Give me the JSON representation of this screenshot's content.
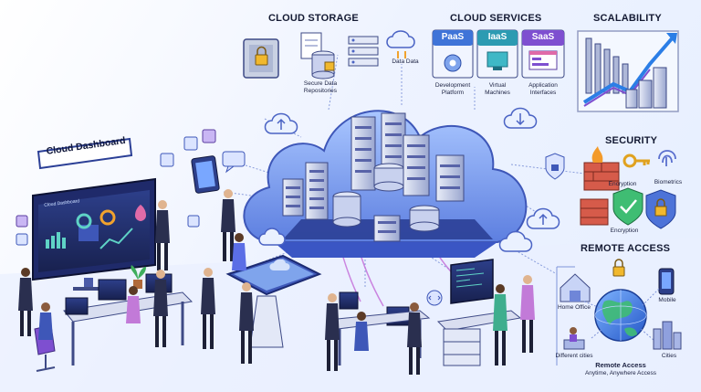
{
  "sections": {
    "cloud_storage": "CLOUD STORAGE",
    "cloud_services": "CLOUD SERVICES",
    "scalability": "SCALABILITY",
    "security": "SECURITY",
    "remote_access": "REMOTE ACCESS"
  },
  "storage_labels": {
    "secure_data": "Secure Data",
    "repositories": "Repositories",
    "data_data": "Data Data"
  },
  "services": {
    "paas": "PaaS",
    "iaas": "IaaS",
    "saas": "SaaS",
    "dev_line1": "Development",
    "dev_line2": "Platform",
    "vm_line1": "Virtual",
    "vm_line2": "Machines",
    "app_line1": "Application",
    "app_line2": "Interfaces",
    "color_paas": "#3f74d8",
    "color_iaas": "#2c9bb2",
    "color_saas": "#7e4fd0"
  },
  "security_labels": {
    "encryption_1": "Encryption",
    "biometrics": "Biometrics",
    "encryption_2": "Encryption"
  },
  "remote_labels": {
    "home_office": "Home Office",
    "mobile": "Mobile",
    "different_cities": "Different cities",
    "cities": "Cities",
    "footer_title": "Remote Access",
    "footer_sub": "Anytime, Anywhere Access"
  },
  "dashboard": {
    "tag": "Cloud Dashboard",
    "screen_title": "Cloud Dashboard"
  },
  "colors": {
    "accent": "#5b6ee6",
    "cloud": "#7ea6ee",
    "server": "#4a5aa8"
  }
}
